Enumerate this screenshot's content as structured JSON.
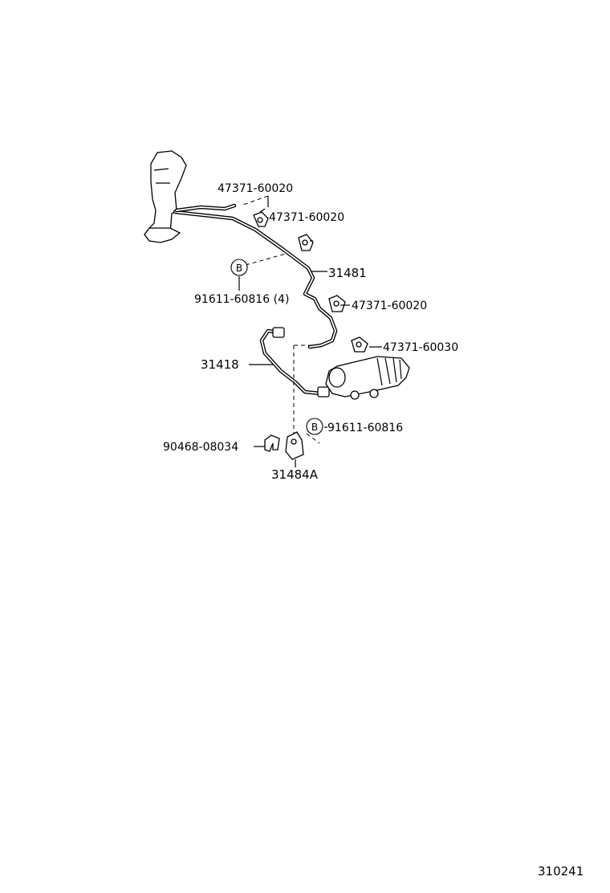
{
  "labels": {
    "clamp_top": "47371-60020",
    "clamp_second": "47371-60020",
    "clamp_third": "47371-60020",
    "clamp_cylinder": "47371-60030",
    "tube_31481": "31481",
    "bolt_upper": "91611-60816 (4)",
    "hose_31418": "31418",
    "bolt_lower": "91611-60816",
    "clip": "90468-08034",
    "bracket": "31484A",
    "badge_letter": "B",
    "diagram_id": "310241"
  }
}
